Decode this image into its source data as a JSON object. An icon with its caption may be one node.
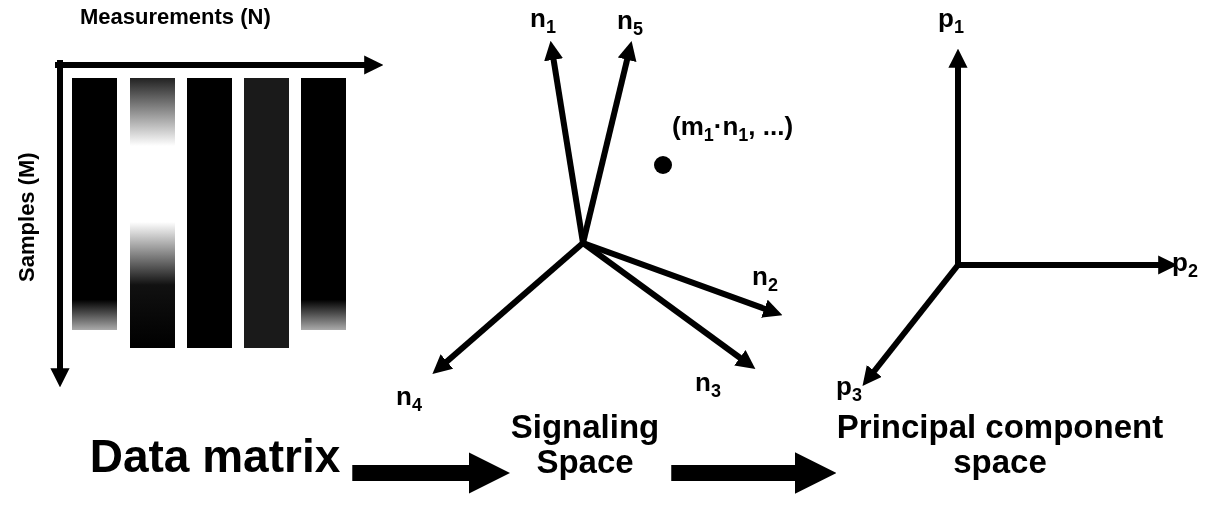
{
  "diagram": {
    "nodes": [
      {
        "text": [
          "Data matrix"
        ]
      },
      {
        "text": [
          "Signaling Space"
        ]
      },
      {
        "text": [
          "Principal component space"
        ]
      }
    ],
    "edges": [
      {
        "from": 0,
        "to": 1,
        "arrow": "to"
      },
      {
        "from": 1,
        "to": 2,
        "arrow": "to"
      }
    ],
    "labels": [
      "Measurements (N)",
      "Samples (M)",
      "n$_{1}$",
      "n$_{5}$",
      "(m$_{1}$·n$_{1}$, ...)",
      "n$_{2}$",
      "n$_{3}$",
      "n$_{4}$",
      "p$_{1}$",
      "p$_{2}$",
      "p$_{3}$"
    ]
  }
}
